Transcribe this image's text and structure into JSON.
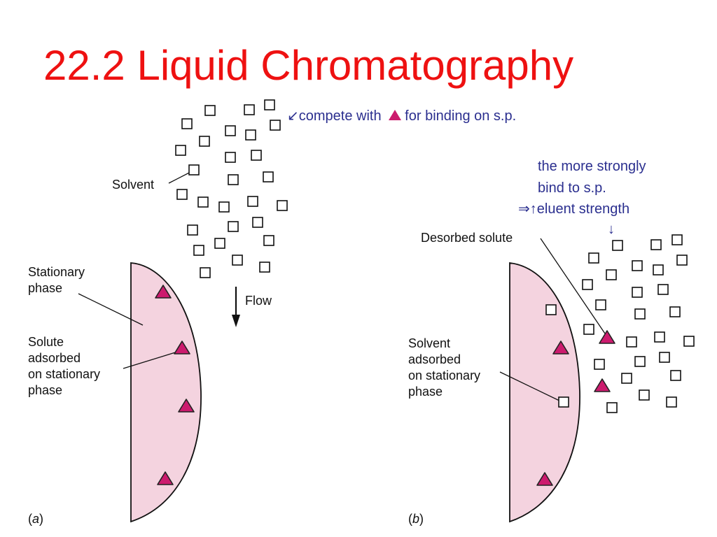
{
  "slide": {
    "title": "22.2 Liquid Chromatography",
    "note_compete": {
      "arrow": "↙",
      "text_before": "compete with",
      "text_after": "for binding on s.p."
    },
    "note_eluent": {
      "line1": "the more strongly",
      "line2": "bind to s.p.",
      "line3": "⇒↑eluent strength",
      "down_arrow": "↓"
    }
  },
  "panel_a": {
    "label_solvent": "Solvent",
    "label_stationary": [
      "Stationary",
      "phase"
    ],
    "label_flow": "Flow",
    "label_solute": [
      "Solute",
      "adsorbed",
      "on stationary",
      "phase"
    ],
    "caption_open": "(",
    "caption_letter": "a",
    "caption_close": ")"
  },
  "panel_b": {
    "label_desorbed": "Desorbed solute",
    "label_solvent": [
      "Solvent",
      "adsorbed",
      "on stationary",
      "phase"
    ],
    "caption_open": "(",
    "caption_letter": "b",
    "caption_close": ")"
  },
  "colors": {
    "title": "#ee1111",
    "note_text": "#2b2f8f",
    "solute_triangle": "#cc1b6e",
    "stationary_phase": "#f4d3df"
  },
  "icons": {
    "solvent_molecule": "square-icon",
    "solute_molecule": "triangle-icon"
  }
}
